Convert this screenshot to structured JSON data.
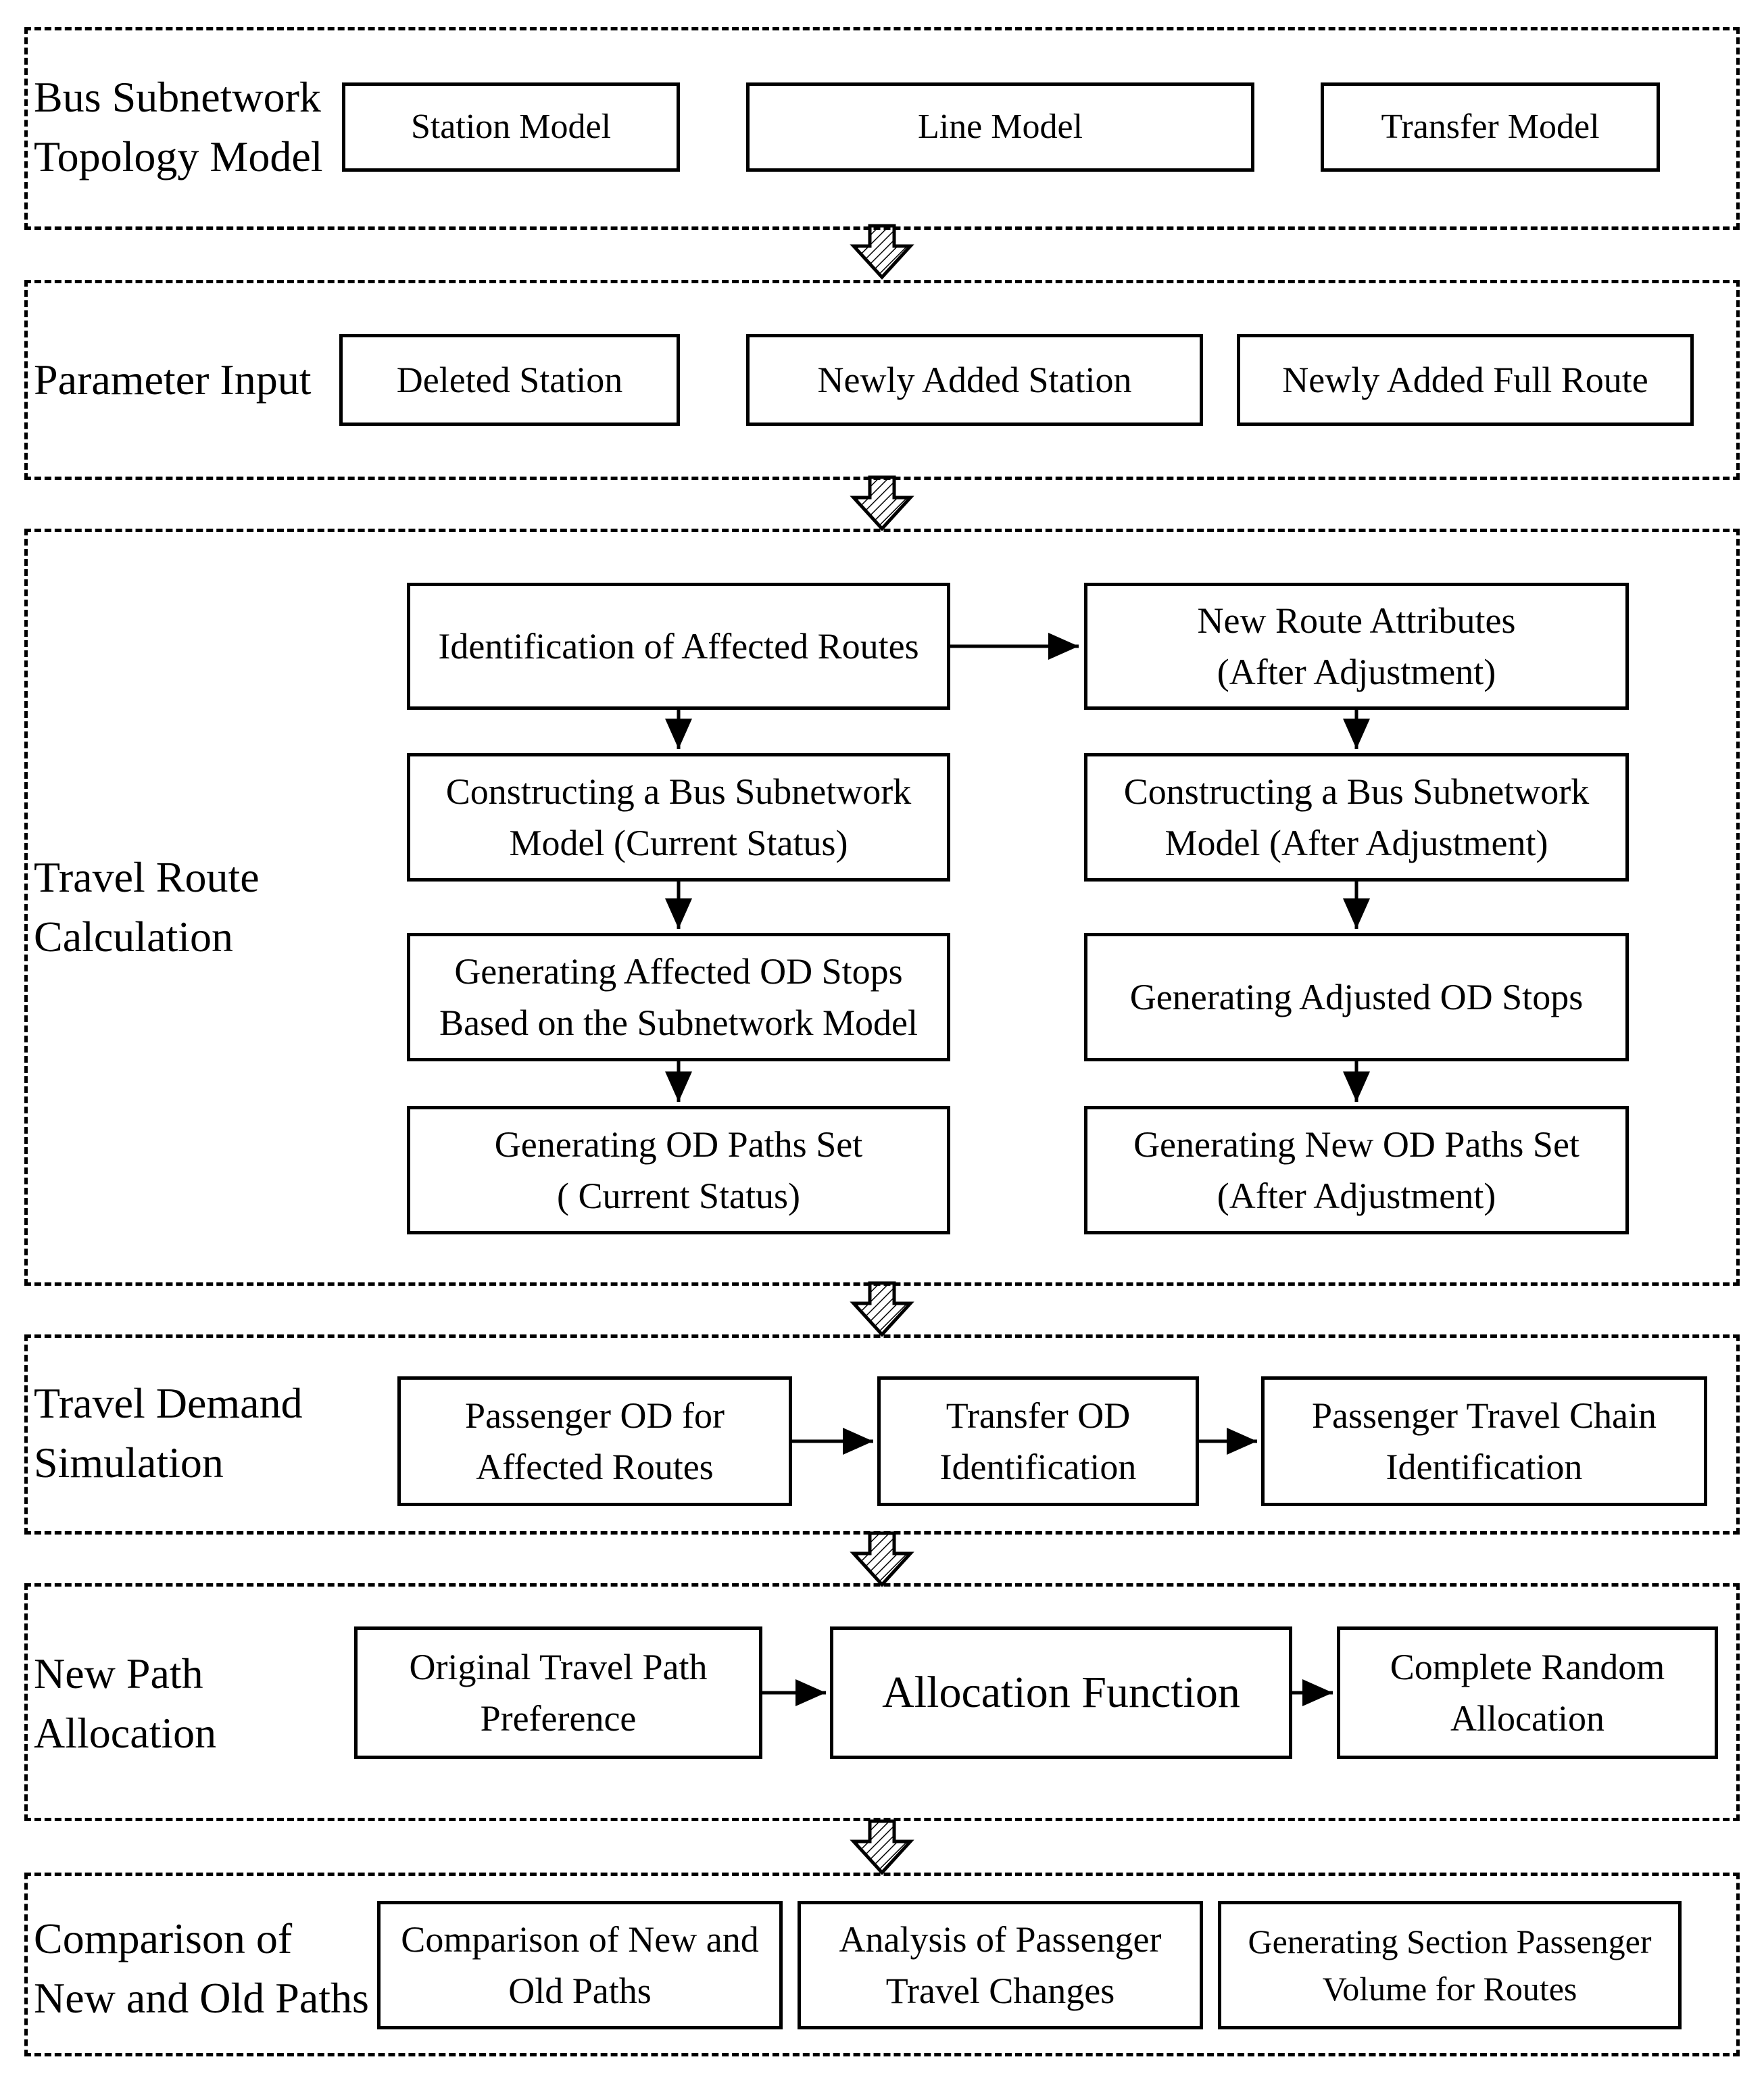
{
  "sections": [
    {
      "title": "Bus Subnetwork\nTopology Model",
      "boxes": [
        "Station Model",
        "Line Model",
        "Transfer Model"
      ]
    },
    {
      "title": "Parameter Input",
      "boxes": [
        "Deleted Station",
        "Newly Added Station",
        "Newly Added Full  Route"
      ]
    },
    {
      "title": "Travel Route\nCalculation",
      "left_boxes": [
        "Identification of Affected Routes",
        "Constructing a Bus Subnetwork\nModel (Current Status)",
        "Generating Affected OD Stops\nBased on the Subnetwork Model",
        "Generating OD  Paths Set\n( Current Status)"
      ],
      "right_boxes": [
        "New Route Attributes\n(After Adjustment)",
        "Constructing a Bus Subnetwork\nModel (After Adjustment)",
        "Generating Adjusted OD Stops",
        "Generating New OD  Paths Set\n(After Adjustment)"
      ]
    },
    {
      "title": "Travel Demand\nSimulation",
      "boxes": [
        "Passenger OD for\nAffected Routes",
        "Transfer OD\nIdentification",
        "Passenger Travel Chain\nIdentification"
      ]
    },
    {
      "title": "New Path\nAllocation",
      "boxes": [
        "Original Travel Path\nPreference",
        "Allocation Function",
        "Complete Random\nAllocation"
      ]
    },
    {
      "title": "Comparison of\nNew and Old Paths",
      "boxes": [
        "Comparison of New and\nOld Paths",
        "Analysis of  Passenger\nTravel Changes",
        "Generating Section Passenger\nVolume for Routes"
      ]
    }
  ]
}
